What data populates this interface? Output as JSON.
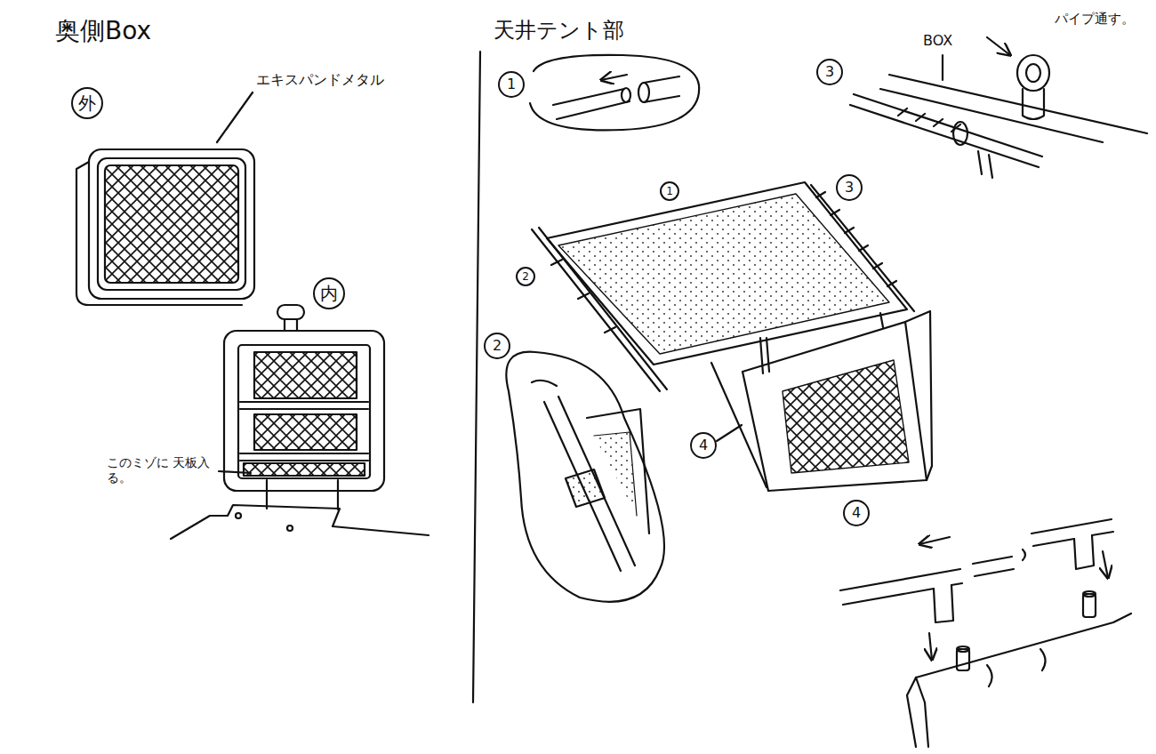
{
  "diagram": {
    "labels": [
      "奥側Box",
      "外",
      "エキスパンドメタル",
      "内",
      "このミゾに 天板入る。",
      "天井テント部",
      "1",
      "3",
      "BOX",
      "パイプ通す。",
      "1",
      "3",
      "2",
      "2",
      "4",
      "4"
    ]
  }
}
